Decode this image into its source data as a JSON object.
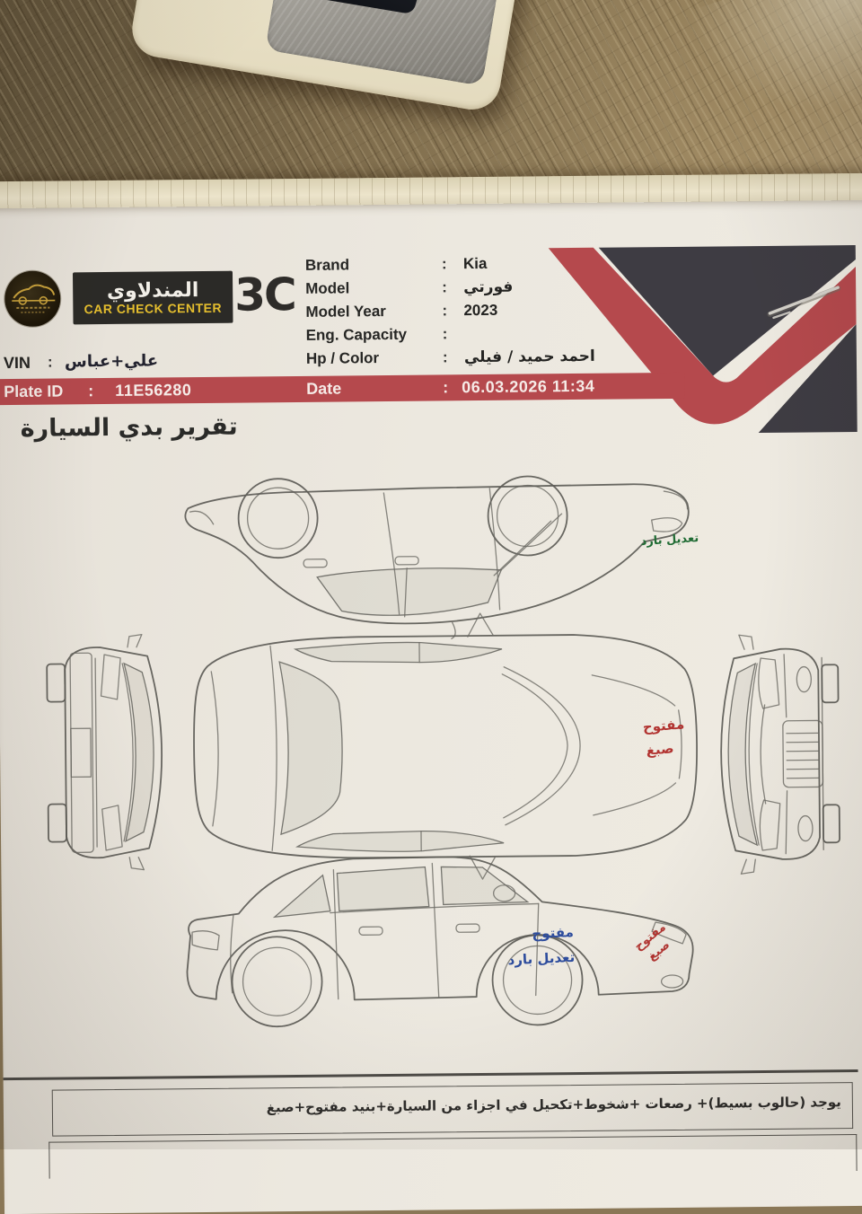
{
  "header": {
    "brand_name_ar": "المندلاوي",
    "brand_name_en": "CAR CHECK CENTER",
    "logo_3c": "3C",
    "colon": ":",
    "fields": [
      {
        "label": "Brand",
        "value": "Kia"
      },
      {
        "label": "Model",
        "value": "فورتي"
      },
      {
        "label": "Model Year",
        "value": "2023"
      },
      {
        "label": "Eng. Capacity",
        "value": ""
      },
      {
        "label": "Hp / Color",
        "value": "احمد حميد / فيلي"
      }
    ],
    "vin_label": "VIN",
    "vin_value": "علي+عباس",
    "plate_label": "Plate ID",
    "plate_value": "11E56280",
    "date_label": "Date",
    "date_value": "06.03.2026 11:34"
  },
  "report": {
    "title": "تقرير بدي السيارة",
    "note": "يوجد (حالوب بسيط)+ رصعات +شخوط+تكحيل في اجزاء من السيارة+بنيد مفتوح+صبغ"
  },
  "annotations": {
    "top_green": "تعديل بارد",
    "plan_red_1": "مفتوح",
    "plan_red_2": "صبغ",
    "side_blue_1": "مفتوح",
    "side_blue_2": "تعديل بارد",
    "side_red_1": "مفتوح",
    "side_red_2": "صبغ"
  },
  "colors": {
    "accent_red": "#b5494d",
    "charcoal": "#3e3c43",
    "logo_yellow": "#e6bf2e",
    "annotation_green": "#1f6b33",
    "annotation_blue": "#2e4d9d",
    "annotation_red": "#b23431"
  }
}
